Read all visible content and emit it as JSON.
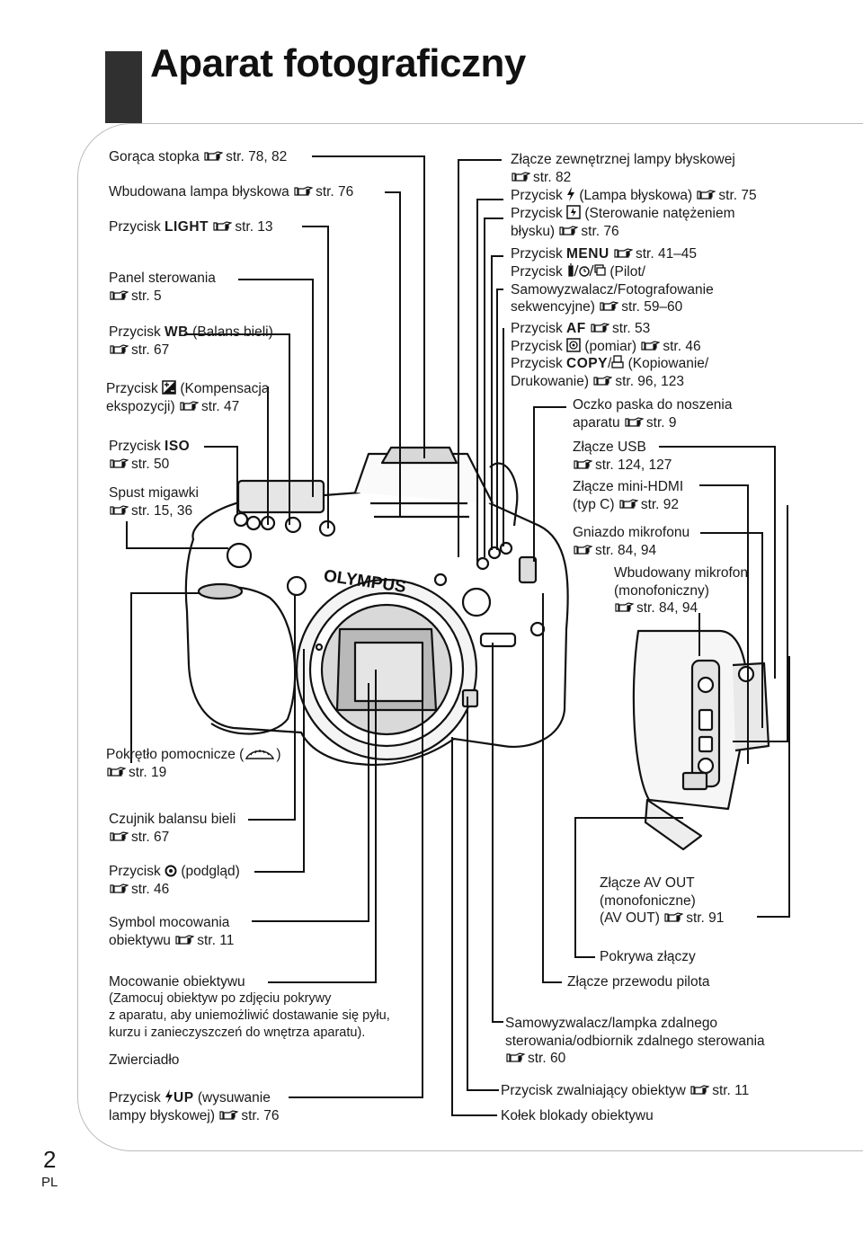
{
  "title": "Aparat fotograficzny",
  "ref_icon": "hand-pointer-icon",
  "left": {
    "hot_shoe": {
      "name": "Gorąca stopka",
      "ref": "str. 78, 82"
    },
    "builtin_flash": {
      "name": "Wbudowana lampa błyskowa",
      "ref": "str. 76"
    },
    "light_button": {
      "prefix": "Przycisk",
      "key": "LIGHT",
      "ref": "str. 13"
    },
    "control_panel": {
      "name": "Panel sterowania",
      "ref": "str. 5"
    },
    "wb_button": {
      "prefix": "Przycisk",
      "key": "WB",
      "suffix": "(Balans bieli)",
      "ref": "str. 67"
    },
    "exposure_comp": {
      "prefix": "Przycisk",
      "icon": "exposure-compensation-icon",
      "line1": "(Kompensacja",
      "line2": "ekspozycji)",
      "ref": "str. 47"
    },
    "iso_button": {
      "prefix": "Przycisk",
      "key": "ISO",
      "ref": "str. 50"
    },
    "shutter": {
      "name": "Spust migawki",
      "ref": "str. 15, 36"
    },
    "sub_dial": {
      "name": "Pokrętło pomocnicze (",
      "close": ")",
      "icon": "sub-dial-icon",
      "ref": "str. 19"
    },
    "wb_sensor": {
      "name": "Czujnik balansu bieli",
      "ref": "str. 67"
    },
    "preview": {
      "prefix": "Przycisk",
      "icon": "preview-icon",
      "suffix": "(podgląd)",
      "ref": "str. 46"
    },
    "mount_mark": {
      "line1": "Symbol mocowania",
      "line2": "obiektywu",
      "ref": "str. 11"
    },
    "lens_mount": {
      "name": "Mocowanie obiektywu",
      "note1": "(Zamocuj obiektyw po zdjęciu pokrywy",
      "note2": "z aparatu, aby uniemożliwić dostawanie się pyłu,",
      "note3": "kurzu i zanieczyszczeń do wnętrza aparatu)."
    },
    "mirror": {
      "name": "Zwierciadło"
    },
    "flash_up": {
      "prefix": "Przycisk",
      "key": "UP",
      "suffix": "(wysuwanie",
      "line2": "lampy błyskowej)",
      "ref": "str. 76"
    }
  },
  "right": {
    "ext_flash": {
      "name": "Złącze zewnętrznej lampy błyskowej",
      "ref": "str. 82"
    },
    "flash_button": {
      "prefix": "Przycisk",
      "suffix": "(Lampa błyskowa)",
      "ref": "str. 75"
    },
    "flash_intensity": {
      "prefix": "Przycisk",
      "line1": "(Sterowanie natężeniem",
      "line2": "błysku)",
      "ref": "str. 76"
    },
    "menu_button": {
      "prefix": "Przycisk",
      "key": "MENU",
      "ref": "str. 41–45"
    },
    "drive_button": {
      "prefix": "Przycisk",
      "line1": "(Pilot/",
      "line2": "Samowyzwalacz/Fotografowanie",
      "line3": "sekwencyjne)",
      "ref": "str. 59–60"
    },
    "af_button": {
      "prefix": "Przycisk",
      "key": "AF",
      "ref": "str. 53"
    },
    "metering_button": {
      "prefix": "Przycisk",
      "suffix": "(pomiar)",
      "ref": "str. 46"
    },
    "copy_button": {
      "prefix": "Przycisk",
      "key": "COPY",
      "suffix": "(Kopiowanie/",
      "line2": "Drukowanie)",
      "ref": "str. 96, 123"
    },
    "strap_eyelet": {
      "line1": "Oczko paska do noszenia",
      "line2": "aparatu",
      "ref": "str. 9"
    },
    "usb": {
      "name": "Złącze USB",
      "ref": "str. 124, 127"
    },
    "hdmi": {
      "line1": "Złącze mini-HDMI",
      "line2": "(typ C)",
      "ref": "str. 92"
    },
    "mic_jack": {
      "name": "Gniazdo mikrofonu",
      "ref": "str. 84, 94"
    },
    "builtin_mic": {
      "line1": "Wbudowany mikrofon",
      "line2": "(monofoniczny)",
      "ref": "str. 84, 94"
    },
    "av_out": {
      "line1": "Złącze AV OUT",
      "line2": "(monofoniczne)",
      "line3": "(AV OUT)",
      "ref": "str. 91"
    },
    "connector_cover": {
      "name": "Pokrywa złączy"
    },
    "remote_cable": {
      "name": "Złącze przewodu pilota"
    },
    "self_timer_lamp": {
      "line1": "Samowyzwalacz/lampka zdalnego",
      "line2": "sterowania/odbiornik zdalnego sterowania",
      "ref": "str. 60"
    },
    "lens_release": {
      "name": "Przycisk zwalniający obiektyw",
      "ref": "str. 11"
    },
    "lens_lock_pin": {
      "name": "Kołek blokady obiektywu"
    }
  },
  "camera_brand": "OLYMPUS",
  "page": {
    "number": "2",
    "lang": "PL"
  }
}
